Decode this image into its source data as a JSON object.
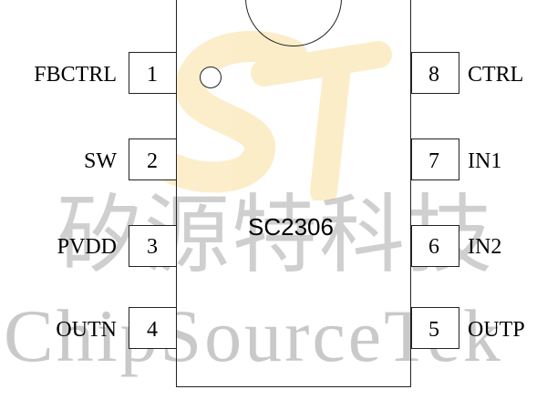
{
  "chip": {
    "part_number": "SC2306"
  },
  "watermark": {
    "cn_text": "矽源特科技",
    "en_text": "ChipSourceTek",
    "logo_letters": "ST",
    "logo_color": "#f5c242"
  },
  "pins_left": [
    {
      "num": "1",
      "label": "FBCTRL"
    },
    {
      "num": "2",
      "label": "SW"
    },
    {
      "num": "3",
      "label": "PVDD"
    },
    {
      "num": "4",
      "label": "OUTN"
    }
  ],
  "pins_right": [
    {
      "num": "8",
      "label": "CTRL"
    },
    {
      "num": "7",
      "label": "IN1"
    },
    {
      "num": "6",
      "label": "IN2"
    },
    {
      "num": "5",
      "label": "OUTP"
    }
  ],
  "colors": {
    "outline": "#222222",
    "text": "#000000",
    "watermark_text": "#a8a8a8"
  }
}
